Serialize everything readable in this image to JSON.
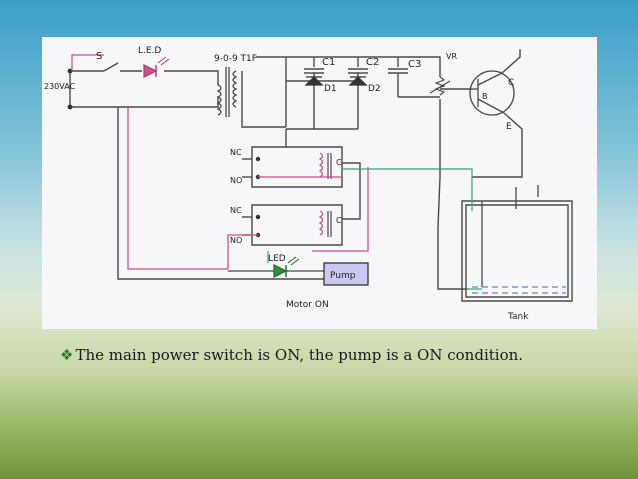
{
  "diagram": {
    "labels": {
      "supply": "230VAC",
      "switch": "S",
      "power_led": "L.E.D",
      "transformer": "9-0-9 T1F",
      "c1": "C1",
      "c2": "C2",
      "c3": "C3",
      "d1": "D1",
      "d2": "D2",
      "vr": "VR",
      "collector": "C",
      "base": "B",
      "emitter": "E",
      "relay1_nc": "NC",
      "relay1_no": "NO",
      "relay1_c": "C",
      "relay2_nc": "NC",
      "relay2_no": "NO",
      "relay2_c": "C",
      "motor_led": "LED",
      "pump": "Pump",
      "motor_status": "Motor ON",
      "tank": "Tank"
    },
    "colors": {
      "wire_dark": "#4a4a4a",
      "wire_pink": "#d0508a",
      "wire_green": "#3aa07a",
      "led_green": "#2b8f3a",
      "pump_fill": "#c8c8f0"
    }
  },
  "caption": {
    "bullet": "❖",
    "text": "The main power switch is ON, the pump is a ON condition."
  }
}
